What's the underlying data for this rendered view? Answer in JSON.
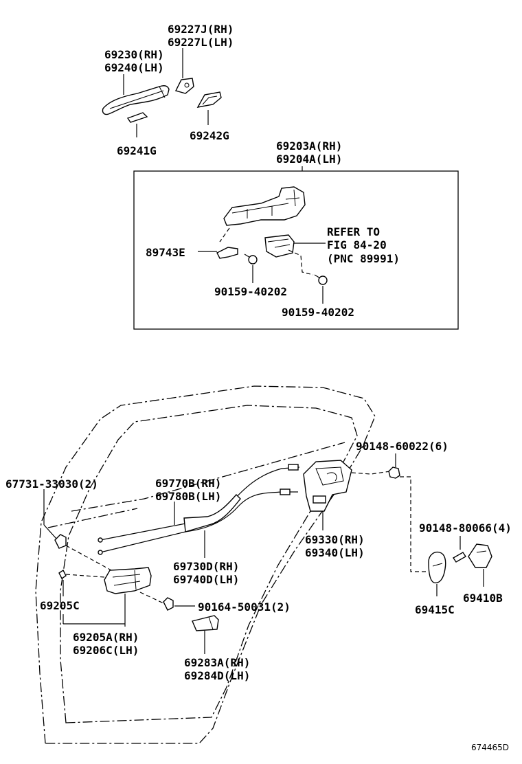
{
  "labels": {
    "p69227": [
      "69227J(RH)",
      "69227L(LH)"
    ],
    "p69230": [
      "69230(RH)",
      "69240(LH)"
    ],
    "p69241G": "69241G",
    "p69242G": "69242G",
    "p69203": [
      "69203A(RH)",
      "69204A(LH)"
    ],
    "p89743E": "89743E",
    "refer": [
      "REFER TO",
      "FIG 84-20",
      "(PNC 89991)"
    ],
    "p90159a": "90159-40202",
    "p90159b": "90159-40202",
    "p90148_60022": "90148-60022(6)",
    "p67731": "67731-33030(2)",
    "p69770": [
      "69770B(RH)",
      "69780B(LH)"
    ],
    "p69330": [
      "69330(RH)",
      "69340(LH)"
    ],
    "p90148_80066": "90148-80066(4)",
    "p69730": [
      "69730D(RH)",
      "69740D(LH)"
    ],
    "p69205C": "69205C",
    "p90164": "90164-50031(2)",
    "p69415C": "69415C",
    "p69410B": "69410B",
    "p69205A": [
      "69205A(RH)",
      "69206C(LH)"
    ],
    "p69283": [
      "69283A(RH)",
      "69284D(LH)"
    ]
  },
  "figure_id": "674465D"
}
